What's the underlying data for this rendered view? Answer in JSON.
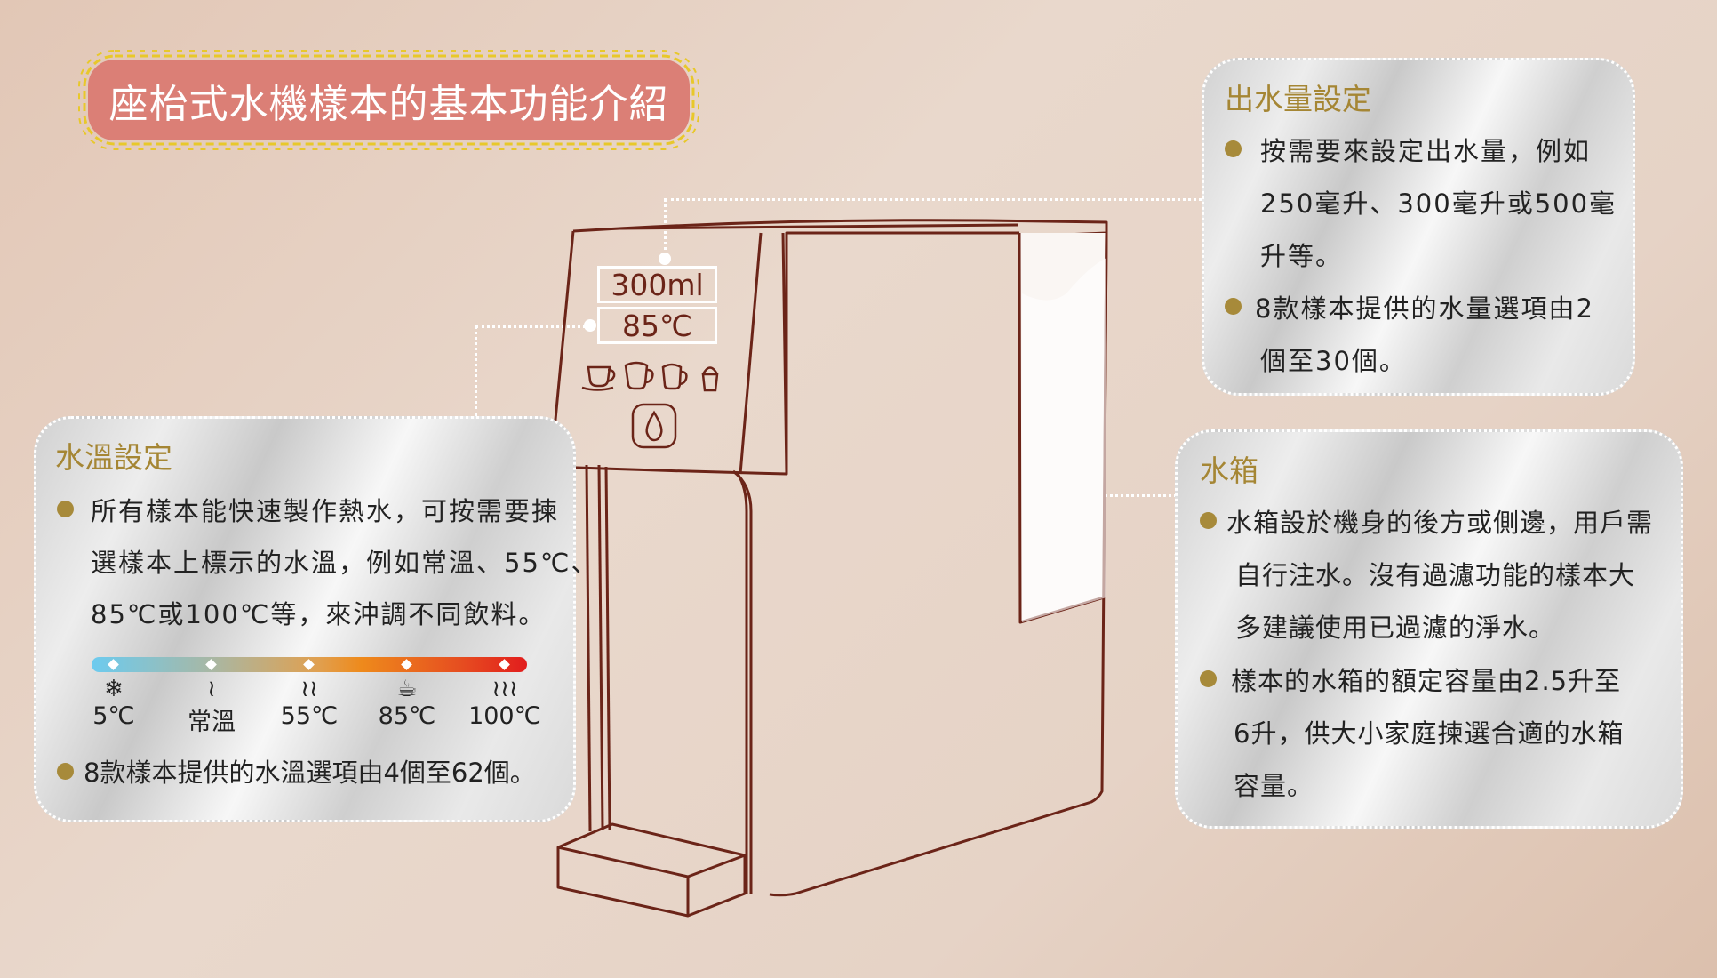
{
  "title": "座枱式水機樣本的基本功能介紹",
  "colors": {
    "title_bg": "#db7f76",
    "title_border": "#e8c82a",
    "heading": "#a58634",
    "bullet": "#a78a3a",
    "outline": "#6b2418",
    "body_text": "#222222"
  },
  "water_temp_card": {
    "heading": "水溫設定",
    "bullets": [
      {
        "lines": [
          "所有樣本能快速製作熱水，可按需要揀",
          "選樣本上標示的水溫，例如常溫、55℃、",
          "85℃或100℃等，來沖調不同飲料。"
        ]
      },
      {
        "lines": [
          "8款樣本提供的水溫選項由4個至62個。"
        ]
      }
    ],
    "scale": [
      {
        "icon": "snowflake-icon",
        "glyph": "❄",
        "label": "5℃"
      },
      {
        "icon": "steam-one-icon",
        "glyph": "≀",
        "label": "常溫"
      },
      {
        "icon": "steam-two-icon",
        "glyph": "≀≀",
        "label": "55℃"
      },
      {
        "icon": "cup-icon",
        "glyph": "☕",
        "label": "85℃"
      },
      {
        "icon": "steam-three-icon",
        "glyph": "≀≀≀",
        "label": "100℃"
      }
    ]
  },
  "volume_card": {
    "heading": "出水量設定",
    "bullets": [
      {
        "lines": [
          "按需要來設定出水量，例如",
          "250毫升、300毫升或500毫",
          "升等。"
        ]
      },
      {
        "lines": [
          "8款樣本提供的水量選項由2",
          "個至30個。"
        ]
      }
    ]
  },
  "tank_card": {
    "heading": "水箱",
    "bullets": [
      {
        "lines": [
          "水箱設於機身的後方或側邊，用戶需",
          "自行注水。沒有過濾功能的樣本大",
          "多建議使用已過濾的淨水。"
        ]
      },
      {
        "lines": [
          "樣本的水箱的額定容量由2.5升至",
          "6升，供大小家庭揀選合適的水箱",
          "容量。"
        ]
      }
    ]
  },
  "machine": {
    "display_volume": "300ml",
    "display_temp": "85℃",
    "cup_icons": [
      "cup-saucer-icon",
      "mug-icon",
      "tall-mug-icon",
      "bottle-icon"
    ],
    "dispense_button_icon": "water-drop-icon"
  }
}
